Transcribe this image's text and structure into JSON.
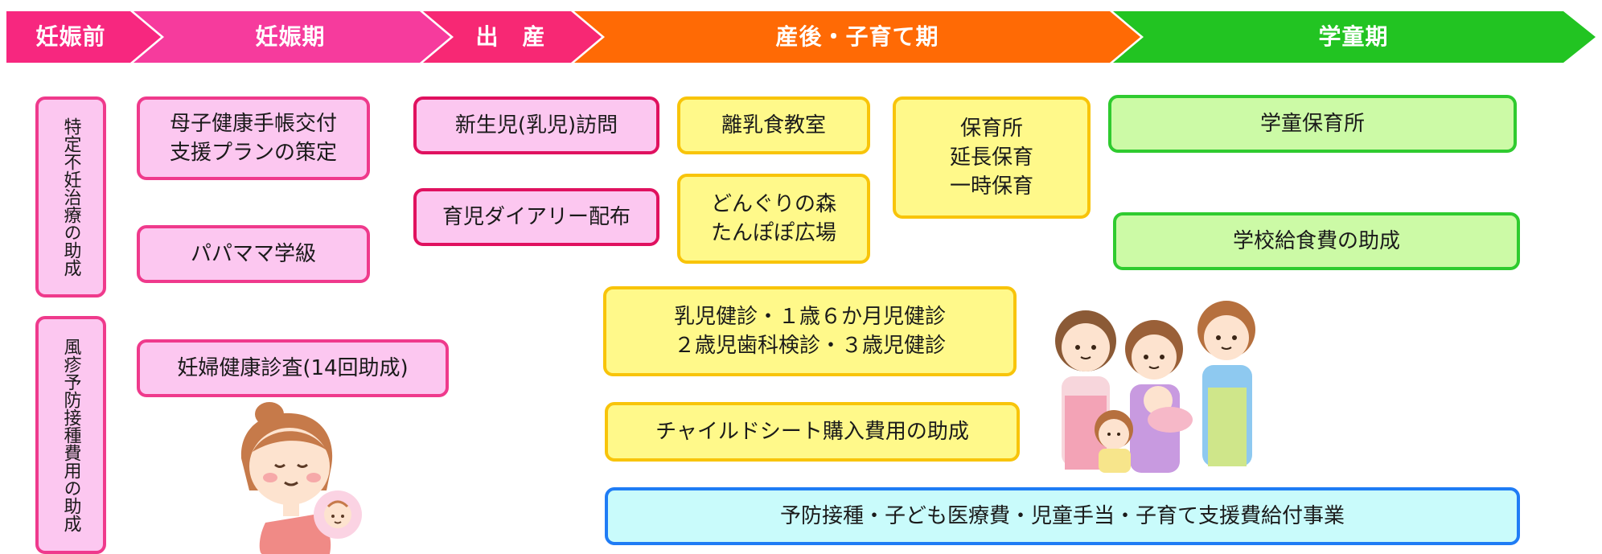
{
  "stages": [
    {
      "label": "妊娠前",
      "color": "#f7277f"
    },
    {
      "label": "妊娠期",
      "color": "#f63b9d"
    },
    {
      "label": "出　産",
      "color": "#f72874"
    },
    {
      "label": "産後・子育て期",
      "color": "#ff6a05"
    },
    {
      "label": "学童期",
      "color": "#22c422"
    }
  ],
  "pre_pregnancy": {
    "fertility_support": "特定不妊治療の助成",
    "rubella_vaccine": "風疹予防接種費用の助成"
  },
  "pregnancy": {
    "handbook": "母子健康手帳交付\n支援プランの策定",
    "parents_class": "パパママ学級",
    "checkups": "妊婦健康診査(14回助成)"
  },
  "birth": {
    "newborn_visit": "新生児(乳児)訪問",
    "diary": "育児ダイアリー配布"
  },
  "postnatal": {
    "weaning_class": "離乳食教室",
    "forest_plaza": "どんぐりの森\nたんぽぽ広場",
    "nursery": "保育所\n延長保育\n一時保育",
    "health_checks": "乳児健診・１歳６か月児健診\n２歳児歯科検診・３歳児健診",
    "child_seat": "チャイルドシート購入費用の助成"
  },
  "school_age": {
    "after_school": "学童保育所",
    "lunch_subsidy": "学校給食費の助成"
  },
  "bottom_bar": "予防接種・子ども医療費・児童手当・子育て支援費給付事業"
}
